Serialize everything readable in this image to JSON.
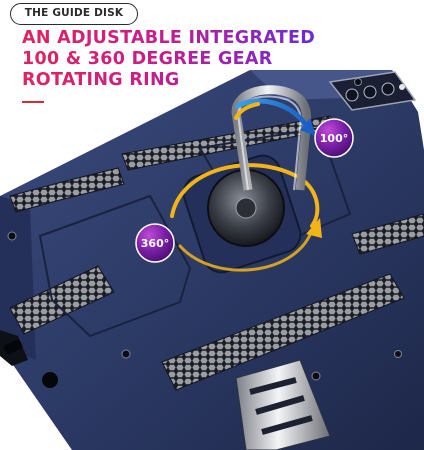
{
  "badge": {
    "label": "THE GUIDE DISK"
  },
  "headline": {
    "line1": "AN ADJUSTABLE INTEGRATED",
    "line2": "100 & 360 DEGREE GEAR",
    "line3": "ROTATING RING"
  },
  "callouts": {
    "deg_100": "100°",
    "deg_360": "360°"
  },
  "colors": {
    "case_blue": "#2c3a66",
    "case_blue_dark": "#1d2748",
    "accent_red": "#d82a3a",
    "arrow_yellow": "#f2b515",
    "headline_gradient_start": "#e0245e",
    "headline_gradient_end": "#6a2bd9"
  }
}
